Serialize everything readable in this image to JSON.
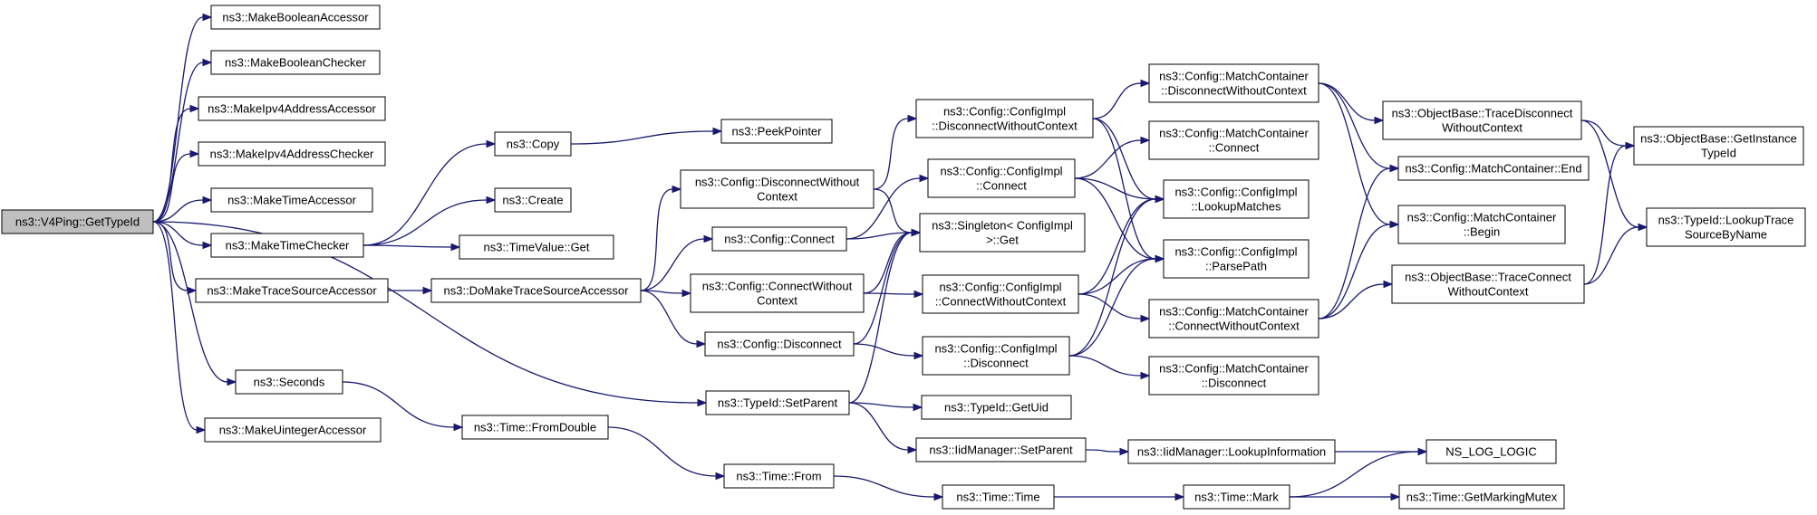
{
  "diagram": {
    "nodes": [
      {
        "id": "gettypeid",
        "name": "node-v4ping-gettypeid",
        "lines": [
          "ns3::V4Ping::GetTypeId"
        ],
        "root": true
      },
      {
        "id": "mkboolacc",
        "name": "node-makebooleanaccessor",
        "lines": [
          "ns3::MakeBooleanAccessor"
        ]
      },
      {
        "id": "mkboolchk",
        "name": "node-makebooleanchecker",
        "lines": [
          "ns3::MakeBooleanChecker"
        ]
      },
      {
        "id": "mkipv4acc",
        "name": "node-makeipv4addressaccessor",
        "lines": [
          "ns3::MakeIpv4AddressAccessor"
        ]
      },
      {
        "id": "mkipv4chk",
        "name": "node-makeipv4addresschecker",
        "lines": [
          "ns3::MakeIpv4AddressChecker"
        ]
      },
      {
        "id": "mktimeacc",
        "name": "node-maketimeaccessor",
        "lines": [
          "ns3::MakeTimeAccessor"
        ]
      },
      {
        "id": "mktimechk",
        "name": "node-maketimechecker",
        "lines": [
          "ns3::MakeTimeChecker"
        ]
      },
      {
        "id": "mktracesrc",
        "name": "node-maketracesourceaccessor",
        "lines": [
          "ns3::MakeTraceSourceAccessor"
        ]
      },
      {
        "id": "seconds",
        "name": "node-seconds",
        "lines": [
          "ns3::Seconds"
        ]
      },
      {
        "id": "mkuintacc",
        "name": "node-makeuintegeraccessor",
        "lines": [
          "ns3::MakeUintegerAccessor"
        ]
      },
      {
        "id": "copy",
        "name": "node-copy",
        "lines": [
          "ns3::Copy"
        ]
      },
      {
        "id": "create",
        "name": "node-create",
        "lines": [
          "ns3::Create"
        ]
      },
      {
        "id": "timevalueget",
        "name": "node-timevalue-get",
        "lines": [
          "ns3::TimeValue::Get"
        ]
      },
      {
        "id": "domaketrace",
        "name": "node-domaketracesourceaccessor",
        "lines": [
          "ns3::DoMakeTraceSourceAccessor"
        ]
      },
      {
        "id": "fromdouble",
        "name": "node-time-fromdouble",
        "lines": [
          "ns3::Time::FromDouble"
        ]
      },
      {
        "id": "peekpointer",
        "name": "node-peekpointer",
        "lines": [
          "ns3::PeekPointer"
        ]
      },
      {
        "id": "cfgdiscnoctx",
        "name": "node-config-disconnectwithoutcontext",
        "lines": [
          "ns3::Config::DisconnectWithout",
          "Context"
        ]
      },
      {
        "id": "cfgconnect",
        "name": "node-config-connect",
        "lines": [
          "ns3::Config::Connect"
        ]
      },
      {
        "id": "cfgconnnoctx",
        "name": "node-config-connectwithoutcontext",
        "lines": [
          "ns3::Config::ConnectWithout",
          "Context"
        ]
      },
      {
        "id": "cfgdisconnect",
        "name": "node-config-disconnect",
        "lines": [
          "ns3::Config::Disconnect"
        ]
      },
      {
        "id": "setparent",
        "name": "node-typeid-setparent",
        "lines": [
          "ns3::TypeId::SetParent"
        ]
      },
      {
        "id": "timefrom",
        "name": "node-time-from",
        "lines": [
          "ns3::Time::From"
        ]
      },
      {
        "id": "impldiscnoctx",
        "name": "node-configimpl-disconnectwithoutcontext",
        "lines": [
          "ns3::Config::ConfigImpl",
          "::DisconnectWithoutContext"
        ]
      },
      {
        "id": "implconnect",
        "name": "node-configimpl-connect",
        "lines": [
          "ns3::Config::ConfigImpl",
          "::Connect"
        ]
      },
      {
        "id": "singletonget",
        "name": "node-singleton-get",
        "lines": [
          "ns3::Singleton< ConfigImpl",
          ">::Get"
        ]
      },
      {
        "id": "implconnnoctx",
        "name": "node-configimpl-connectwithoutcontext",
        "lines": [
          "ns3::Config::ConfigImpl",
          "::ConnectWithoutContext"
        ]
      },
      {
        "id": "impldisconnect",
        "name": "node-configimpl-disconnect",
        "lines": [
          "ns3::Config::ConfigImpl",
          "::Disconnect"
        ]
      },
      {
        "id": "getuid",
        "name": "node-typeid-getuid",
        "lines": [
          "ns3::TypeId::GetUid"
        ]
      },
      {
        "id": "iidsetparent",
        "name": "node-iidmanager-setparent",
        "lines": [
          "ns3::IidManager::SetParent"
        ]
      },
      {
        "id": "timetime",
        "name": "node-time-time",
        "lines": [
          "ns3::Time::Time"
        ]
      },
      {
        "id": "mcdiscnoctx",
        "name": "node-matchcontainer-disconnectwithoutcontext",
        "lines": [
          "ns3::Config::MatchContainer",
          "::DisconnectWithoutContext"
        ]
      },
      {
        "id": "mcconnect",
        "name": "node-matchcontainer-connect",
        "lines": [
          "ns3::Config::MatchContainer",
          "::Connect"
        ]
      },
      {
        "id": "lookupmatches",
        "name": "node-configimpl-lookupmatches",
        "lines": [
          "ns3::Config::ConfigImpl",
          "::LookupMatches"
        ]
      },
      {
        "id": "parsepath",
        "name": "node-configimpl-parsepath",
        "lines": [
          "ns3::Config::ConfigImpl",
          "::ParsePath"
        ]
      },
      {
        "id": "mcconnnoctx",
        "name": "node-matchcontainer-connectwithoutcontext",
        "lines": [
          "ns3::Config::MatchContainer",
          "::ConnectWithoutContext"
        ]
      },
      {
        "id": "mcdisconnect",
        "name": "node-matchcontainer-disconnect",
        "lines": [
          "ns3::Config::MatchContainer",
          "::Disconnect"
        ]
      },
      {
        "id": "lookupinfo",
        "name": "node-iidmanager-lookupinformation",
        "lines": [
          "ns3::IidManager::LookupInformation"
        ]
      },
      {
        "id": "timemark",
        "name": "node-time-mark",
        "lines": [
          "ns3::Time::Mark"
        ]
      },
      {
        "id": "obtracedisc",
        "name": "node-objectbase-tracedisconnectwithoutcontext",
        "lines": [
          "ns3::ObjectBase::TraceDisconnect",
          "WithoutContext"
        ]
      },
      {
        "id": "mcend",
        "name": "node-matchcontainer-end",
        "lines": [
          "ns3::Config::MatchContainer::End"
        ]
      },
      {
        "id": "mcbegin",
        "name": "node-matchcontainer-begin",
        "lines": [
          "ns3::Config::MatchContainer",
          "::Begin"
        ]
      },
      {
        "id": "obtraceconn",
        "name": "node-objectbase-traceconnectwithoutcontext",
        "lines": [
          "ns3::ObjectBase::TraceConnect",
          "WithoutContext"
        ]
      },
      {
        "id": "nsloglogic",
        "name": "node-ns-log-logic",
        "lines": [
          "NS_LOG_LOGIC"
        ]
      },
      {
        "id": "getmarkingmutex",
        "name": "node-time-getmarkingmutex",
        "lines": [
          "ns3::Time::GetMarkingMutex"
        ]
      },
      {
        "id": "getinstancetypeid",
        "name": "node-objectbase-getinstancetypeid",
        "lines": [
          "ns3::ObjectBase::GetInstance",
          "TypeId"
        ]
      },
      {
        "id": "lookuptrace",
        "name": "node-typeid-lookuptracesourcebyname",
        "lines": [
          "ns3::TypeId::LookupTrace",
          "SourceByName"
        ]
      }
    ],
    "edges": [
      [
        "gettypeid",
        "mkboolacc"
      ],
      [
        "gettypeid",
        "mkboolchk"
      ],
      [
        "gettypeid",
        "mkipv4acc"
      ],
      [
        "gettypeid",
        "mkipv4chk"
      ],
      [
        "gettypeid",
        "mktimeacc"
      ],
      [
        "gettypeid",
        "mktimechk"
      ],
      [
        "gettypeid",
        "mktracesrc"
      ],
      [
        "gettypeid",
        "seconds"
      ],
      [
        "gettypeid",
        "mkuintacc"
      ],
      [
        "gettypeid",
        "setparent"
      ],
      [
        "mktimechk",
        "copy"
      ],
      [
        "mktimechk",
        "create"
      ],
      [
        "mktimechk",
        "timevalueget"
      ],
      [
        "copy",
        "peekpointer"
      ],
      [
        "mktracesrc",
        "domaketrace"
      ],
      [
        "domaketrace",
        "cfgdiscnoctx"
      ],
      [
        "domaketrace",
        "cfgconnect"
      ],
      [
        "domaketrace",
        "cfgconnnoctx"
      ],
      [
        "domaketrace",
        "cfgdisconnect"
      ],
      [
        "seconds",
        "fromdouble"
      ],
      [
        "fromdouble",
        "timefrom"
      ],
      [
        "timefrom",
        "timetime"
      ],
      [
        "timetime",
        "timemark"
      ],
      [
        "timemark",
        "nsloglogic"
      ],
      [
        "timemark",
        "getmarkingmutex"
      ],
      [
        "setparent",
        "singletonget"
      ],
      [
        "setparent",
        "getuid"
      ],
      [
        "setparent",
        "iidsetparent"
      ],
      [
        "iidsetparent",
        "lookupinfo"
      ],
      [
        "lookupinfo",
        "nsloglogic"
      ],
      [
        "cfgdiscnoctx",
        "impldiscnoctx"
      ],
      [
        "cfgdiscnoctx",
        "singletonget"
      ],
      [
        "cfgconnect",
        "implconnect"
      ],
      [
        "cfgconnect",
        "singletonget"
      ],
      [
        "cfgconnnoctx",
        "implconnnoctx"
      ],
      [
        "cfgconnnoctx",
        "singletonget"
      ],
      [
        "cfgdisconnect",
        "impldisconnect"
      ],
      [
        "cfgdisconnect",
        "singletonget"
      ],
      [
        "impldiscnoctx",
        "mcdiscnoctx"
      ],
      [
        "impldiscnoctx",
        "lookupmatches"
      ],
      [
        "impldiscnoctx",
        "parsepath"
      ],
      [
        "implconnect",
        "mcconnect"
      ],
      [
        "implconnect",
        "lookupmatches"
      ],
      [
        "implconnect",
        "parsepath"
      ],
      [
        "implconnnoctx",
        "mcconnnoctx"
      ],
      [
        "implconnnoctx",
        "lookupmatches"
      ],
      [
        "implconnnoctx",
        "parsepath"
      ],
      [
        "impldisconnect",
        "mcdisconnect"
      ],
      [
        "impldisconnect",
        "lookupmatches"
      ],
      [
        "impldisconnect",
        "parsepath"
      ],
      [
        "mcdiscnoctx",
        "obtracedisc"
      ],
      [
        "mcdiscnoctx",
        "mcend"
      ],
      [
        "mcdiscnoctx",
        "mcbegin"
      ],
      [
        "mcconnnoctx",
        "obtraceconn"
      ],
      [
        "mcconnnoctx",
        "mcend"
      ],
      [
        "mcconnnoctx",
        "mcbegin"
      ],
      [
        "obtracedisc",
        "getinstancetypeid"
      ],
      [
        "obtracedisc",
        "lookuptrace"
      ],
      [
        "obtraceconn",
        "getinstancetypeid"
      ],
      [
        "obtraceconn",
        "lookuptrace"
      ]
    ]
  }
}
